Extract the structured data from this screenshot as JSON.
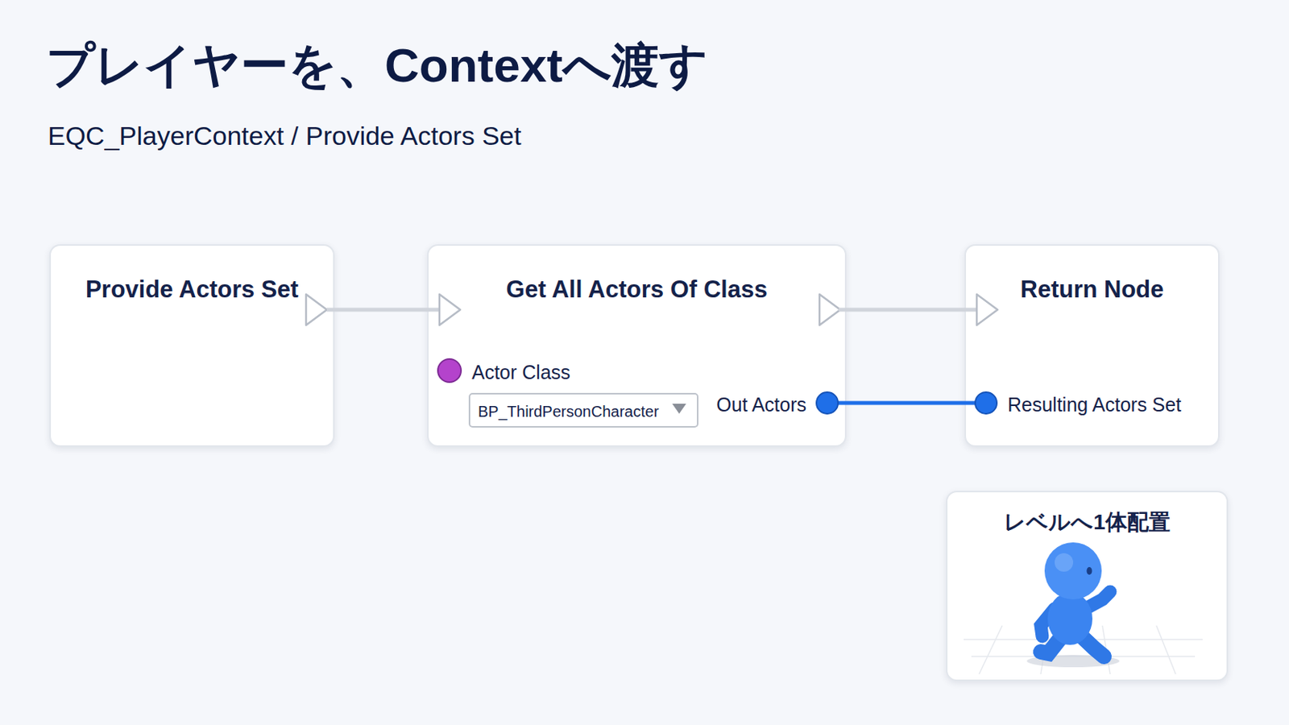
{
  "diagram": {
    "title": "プレイヤーを、Contextへ渡す",
    "nodes": [
      {
        "text": [
          "Provide Actors Set"
        ]
      },
      {
        "text": [
          "Get All Actors Of Class",
          "Actor Class",
          "Out Actors"
        ]
      },
      {
        "text": [
          "BP_ThirdPersonCharacter"
        ],
        "in": 1
      },
      {
        "text": [
          "Return Node",
          "Resulting Actors Set"
        ]
      },
      {
        "text": [
          "レベルへ1体配置"
        ]
      }
    ],
    "edges": [
      {
        "from": 0,
        "to": 1,
        "arrow": "to"
      },
      {
        "from": 1,
        "to": 3,
        "arrow": "to"
      },
      {
        "from": 1,
        "to": 3,
        "arrow": "none"
      }
    ],
    "labels": [
      "EQC_PlayerContext / Provide Actors Set"
    ]
  }
}
